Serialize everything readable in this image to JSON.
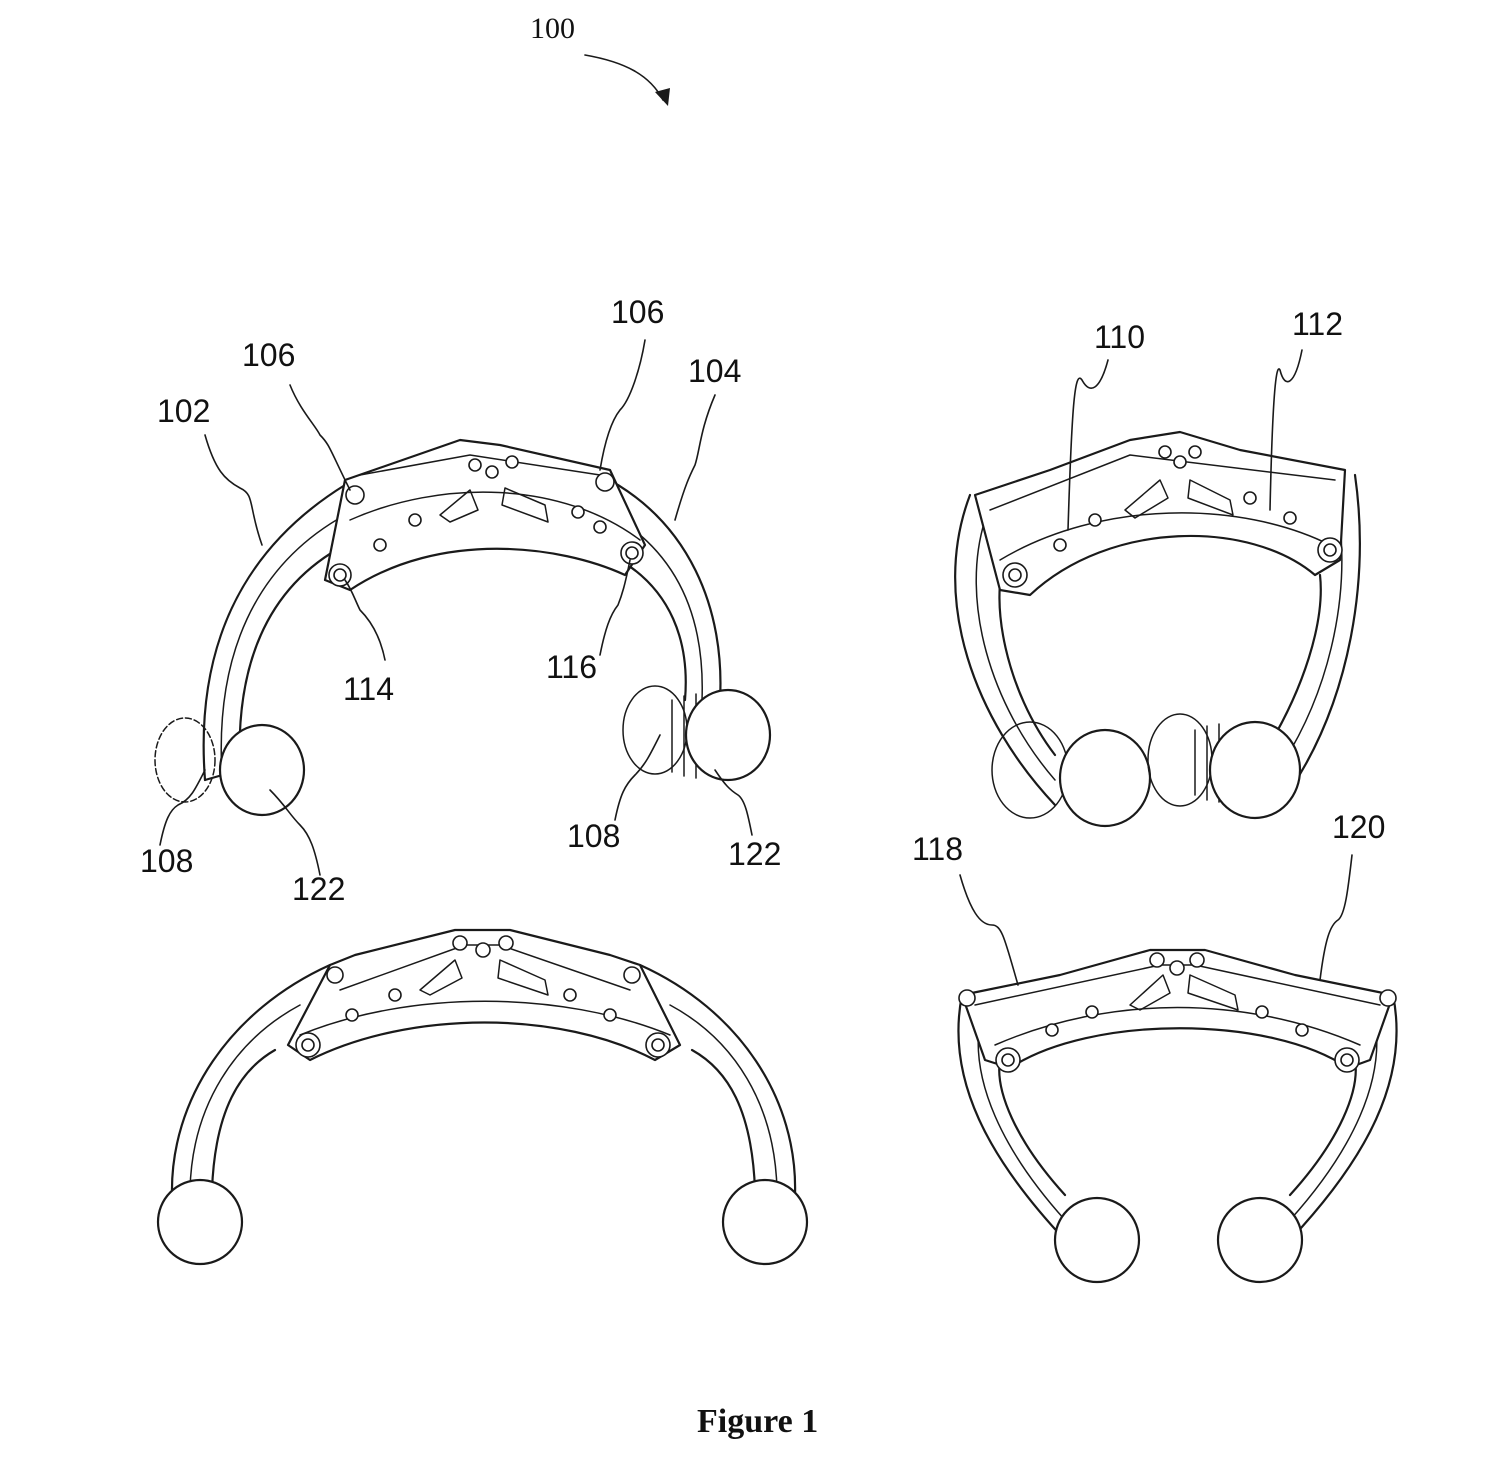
{
  "figure": {
    "caption": "Figure 1",
    "assembly_ref": "100"
  },
  "views": {
    "top_left": {
      "labels": [
        "102",
        "106",
        "106",
        "104",
        "114",
        "116",
        "108",
        "122",
        "108",
        "122"
      ]
    },
    "top_right": {
      "labels": [
        "110",
        "112"
      ]
    },
    "bottom_left": {
      "labels": []
    },
    "bottom_right": {
      "labels": [
        "118",
        "120"
      ]
    }
  },
  "colors": {
    "ink": "#1a1a1a",
    "paper": "#ffffff"
  }
}
